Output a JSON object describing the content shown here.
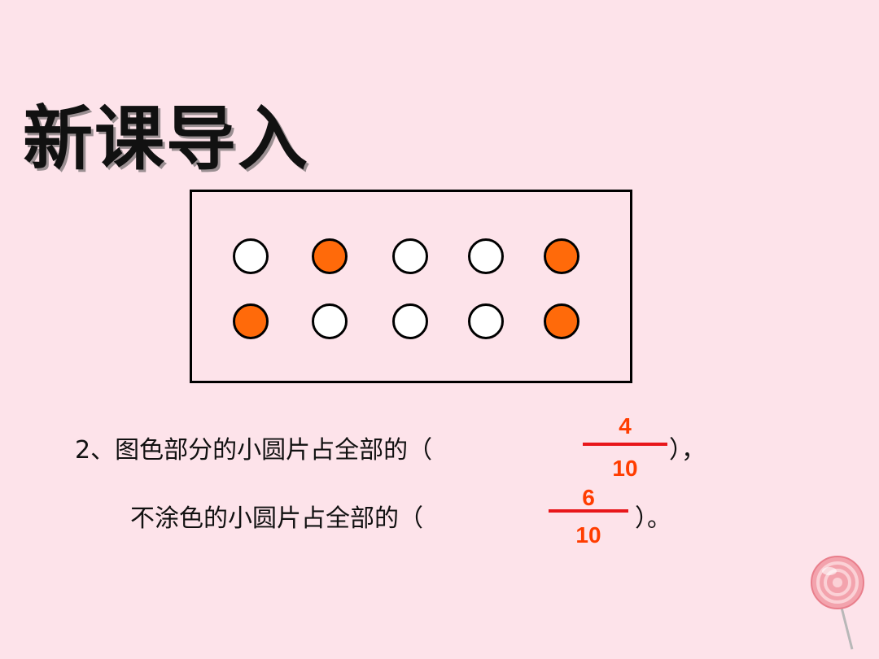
{
  "title": "新课导入",
  "dots": {
    "rows": [
      [
        "empty",
        "filled",
        "empty",
        "empty",
        "filled"
      ],
      [
        "filled",
        "empty",
        "empty",
        "empty",
        "filled"
      ]
    ],
    "colors": {
      "filled": "#ff6a0a",
      "empty": "#ffffff"
    }
  },
  "questions": [
    {
      "prefix": "2、图色部分的小圆片占全部的（",
      "numerator": "4",
      "denominator": "10",
      "suffix": "），"
    },
    {
      "prefix": "不涂色的小圆片占全部的（",
      "numerator": "6",
      "denominator": "10",
      "suffix": "）。"
    }
  ],
  "decoration": {
    "icon": "lollipop-icon"
  }
}
